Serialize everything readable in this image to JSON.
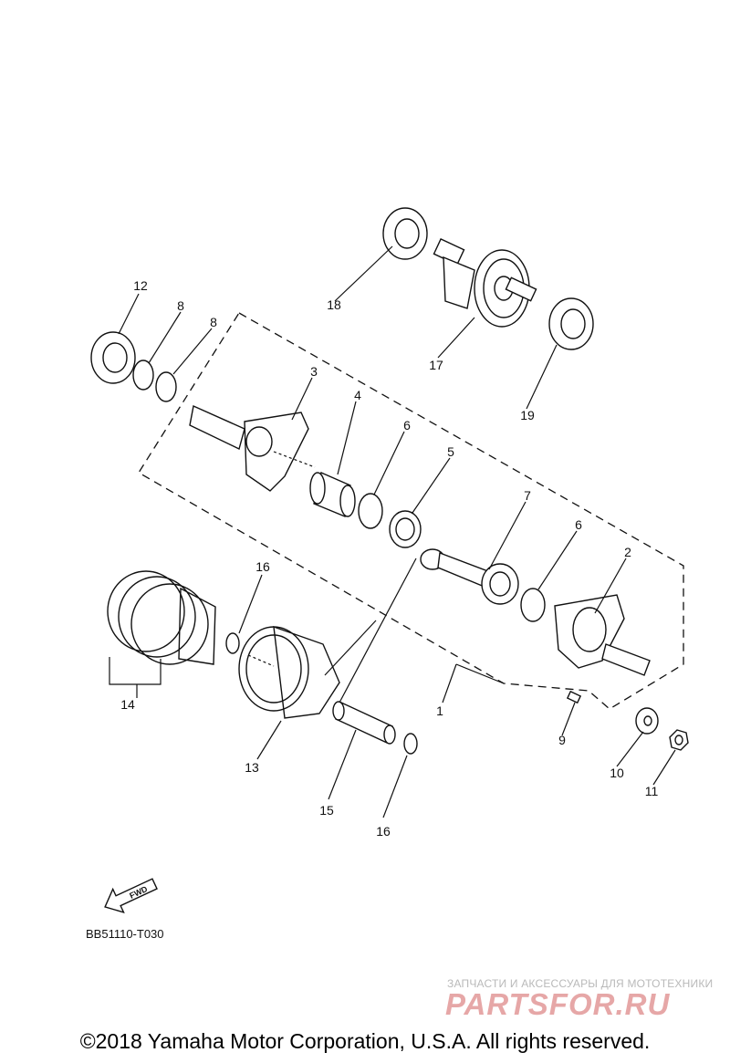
{
  "diagram": {
    "callouts": [
      "1",
      "2",
      "3",
      "4",
      "5",
      "6",
      "6",
      "7",
      "8",
      "8",
      "9",
      "10",
      "11",
      "12",
      "13",
      "14",
      "15",
      "16",
      "16",
      "17",
      "18",
      "19"
    ],
    "fwd_label": "FWD",
    "drawing_code": "BB51110-T030"
  },
  "footer": {
    "copyright": "©2018 Yamaha Motor Corporation, U.S.A. All rights reserved."
  },
  "watermark": {
    "tagline": "ЗАПЧАСТИ И АКСЕССУАРЫ ДЛЯ МОТОТЕХНИКИ",
    "logo": "PARTSFOR.RU"
  }
}
